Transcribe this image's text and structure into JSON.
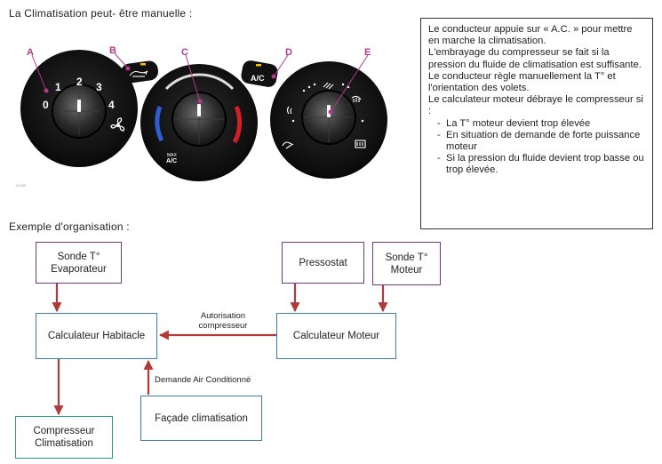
{
  "title": "La Climatisation  peut- être manuelle  :",
  "example_title": "Exemple d'organisation  :",
  "panel": {
    "knob_a": {
      "letter": "A",
      "numbers": [
        "0",
        "1",
        "2",
        "3",
        "4"
      ],
      "fan_icon": "fan-icon"
    },
    "button_b": {
      "letter": "B",
      "icon": "air-recirculation-icon"
    },
    "knob_c": {
      "letter": "C",
      "label_max": "MAX",
      "label_ac": "A/C",
      "cold_color": "#2e5fd1",
      "hot_color": "#d51f26"
    },
    "button_d": {
      "letter": "D",
      "label": "A/C",
      "led_color": "#f2c200"
    },
    "knob_e": {
      "letter": "E",
      "icons": [
        "windscreen-defrost-icon",
        "face-vent-icon",
        "feet-vent-icon",
        "rear-defrost-icon"
      ]
    },
    "letter_color": "#b23a8a",
    "caption": "01035"
  },
  "info_box": {
    "lines": [
      "Le conducteur appuie sur « A.C. » pour mettre en marche la climatisation.",
      "L'embrayage du compresseur se fait si  la pression du fluide de climatisation est suffisante.",
      "Le conducteur règle manuellement la T° et l'orientation des volets.",
      "Le calculateur moteur débraye le compresseur si :"
    ],
    "bullets": [
      "La T° moteur devient trop élevée",
      "En situation de demande de forte puissance moteur",
      "Si la pression du fluide devient trop basse ou trop élevée."
    ],
    "bullet_marker": "-"
  },
  "diagram": {
    "sonde_evap": "Sonde T° Evaporateur",
    "pressostat": "Pressostat",
    "sonde_moteur": "Sonde T° Moteur",
    "calc_habitacle": "Calculateur Habitacle",
    "calc_moteur": "Calculateur Moteur",
    "compresseur": "Compresseur Climatisation",
    "facade": "Façade climatisation",
    "label_autorisation": "Autorisation compresseur",
    "label_demande": "Demande Air Conditionné",
    "arrow_color": "#b03a3a",
    "box_colors": {
      "blue": "#3d7cb0",
      "purple": "#6d3a86",
      "teal": "#2c9c86"
    }
  }
}
